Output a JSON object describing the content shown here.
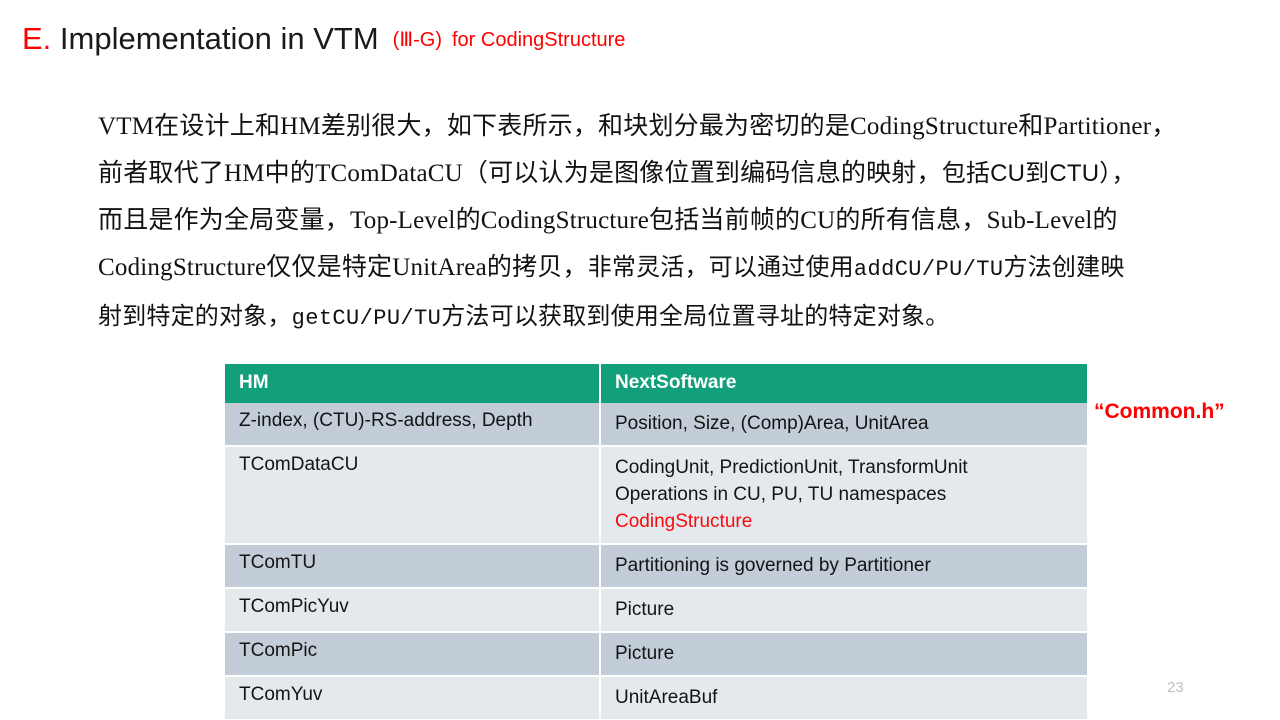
{
  "slide": {
    "title": {
      "letter": "E.",
      "main": " Implementation in VTM",
      "section": "(Ⅲ-G)",
      "suffix": "for CodingStructure"
    },
    "body": {
      "line1_a": "VTM在设计上和HM差别很大，",
      "line1_b": "如下表所示，",
      "line1_c": "和块划分最为密切的是CodingStructure和Partitioner，",
      "line2_a": "前者取代了HM中的TComDataCU（可以认为是图像位置到编码信息的映射，",
      "line2_b": "包括CU到CTU），",
      "line3_a": "而且是作为全局变量，",
      "line3_b": "Top-Level的CodingStructure包括当前帧的CU的所有信息，",
      "line3_c": "Sub-Level的",
      "line4_a": "CodingStructure仅仅是特定UnitArea的拷贝，",
      "line4_b": "非常灵活，可以通过使用",
      "line4_mono": "addCU/PU/TU",
      "line4_c": "方法创建映",
      "line5_a": "射到特定的对象，",
      "line5_mono": "getCU/PU/TU",
      "line5_b": "方法可以获取到使用全局位置寻址的特定对象。"
    },
    "table": {
      "headers": [
        "HM",
        "NextSoftware"
      ],
      "rows": [
        {
          "hm": "Z-index, (CTU)-RS-address, Depth",
          "next": [
            "Position, Size, (Comp)Area, UnitArea"
          ],
          "next_red": []
        },
        {
          "hm": "TComDataCU",
          "next": [
            "CodingUnit, PredictionUnit, TransformUnit",
            "Operations in CU, PU, TU namespaces"
          ],
          "next_red": [
            "CodingStructure"
          ]
        },
        {
          "hm": "TComTU",
          "next": [
            "Partitioning is governed by Partitioner"
          ],
          "next_red": []
        },
        {
          "hm": "TComPicYuv",
          "next": [
            "Picture"
          ],
          "next_red": []
        },
        {
          "hm": "TComPic",
          "next": [
            "Picture"
          ],
          "next_red": []
        },
        {
          "hm": "TComYuv",
          "next": [
            "UnitAreaBuf"
          ],
          "next_red": []
        }
      ]
    },
    "annotation": "“Common.h”",
    "page_number": "23",
    "colors": {
      "accent_red": "#ff0000",
      "header_green": "#11a07a",
      "row_dark": "#c2cdd8",
      "row_light": "#e4e9ee"
    }
  }
}
